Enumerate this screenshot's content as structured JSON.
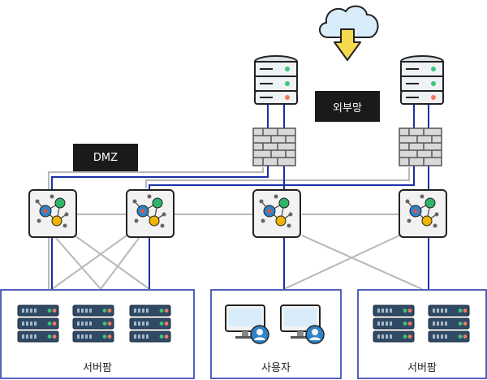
{
  "labels": {
    "dmz": "DMZ",
    "external_network": "외부망",
    "server_farm_left": "서버팜",
    "users": "사용자",
    "server_farm_right": "서버팜"
  },
  "colors": {
    "link_blue": "#1b2fa8",
    "link_gray": "#b8b8b8",
    "zone_border": "#1b2fa8",
    "cloud": "#d8ecfa",
    "cloud_stroke": "#222222",
    "arrow": "#f5d94e",
    "label_bg": "#1a1a1a",
    "server_panel": "#2f4a66",
    "led_green": "#3cc57b",
    "led_red": "#f27a5b",
    "router_green": "#2fb46a",
    "router_orange": "#f0b400",
    "router_blue": "#2f83c9",
    "router_red": "#e8533a"
  },
  "icons": {
    "cloud": "cloud-download-icon",
    "server": "database-server-icon",
    "firewall": "firewall-icon",
    "router": "router-icon",
    "rack": "server-rack-icon",
    "user_pc": "user-workstation-icon"
  }
}
